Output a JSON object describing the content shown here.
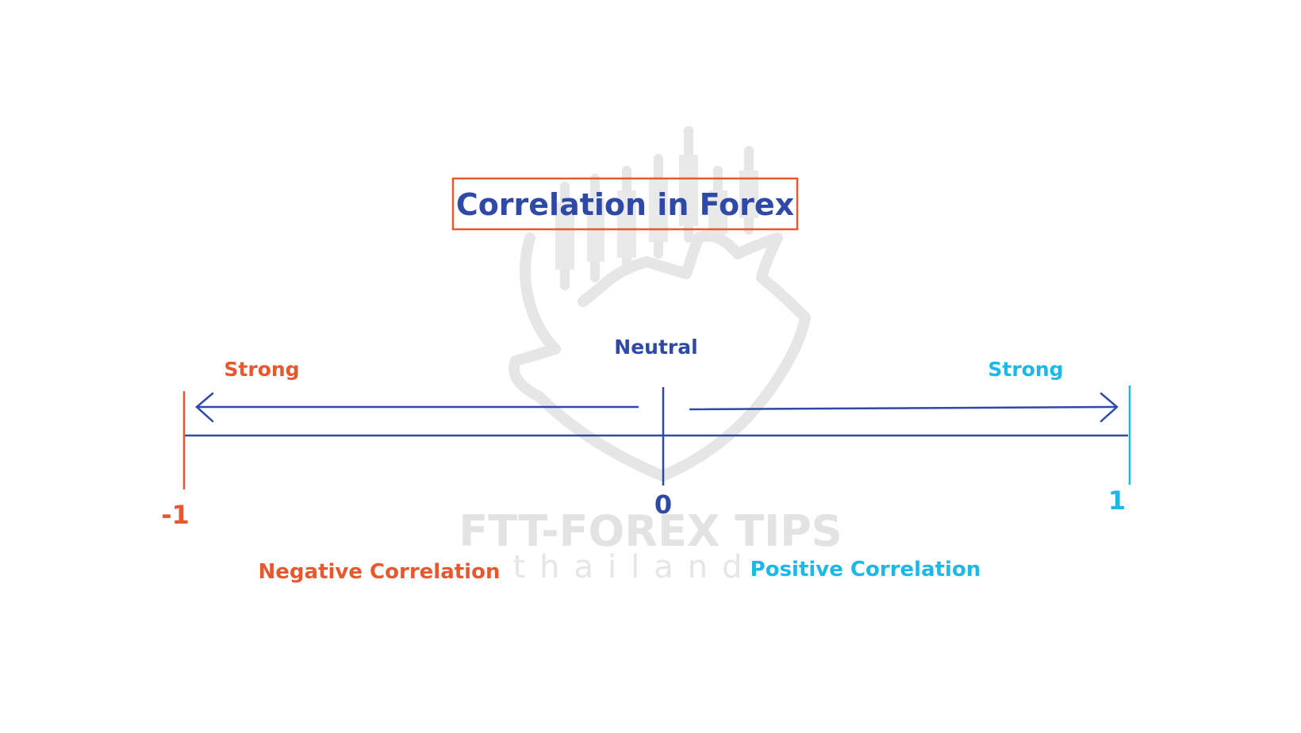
{
  "title": "Correlation in Forex",
  "center_label": "Neutral",
  "left_label": "Strong",
  "right_label": "Strong",
  "tick_minus_one": "-1",
  "tick_zero": "0",
  "tick_one": "1",
  "negative_label": "Negative Correlation",
  "positive_label": "Positive Correlation",
  "watermark": {
    "brand": "FTT-FOREX TIPS",
    "sub": "thailand"
  },
  "colors": {
    "blue": "#2f49a6",
    "orange": "#e8582f",
    "cyan": "#1db8e8",
    "watermark": "#e3e3e3"
  },
  "icons": {
    "watermark_logo": "bull-candlestick-logo",
    "left_arrow": "arrow-left-icon",
    "right_arrow": "arrow-right-icon"
  }
}
